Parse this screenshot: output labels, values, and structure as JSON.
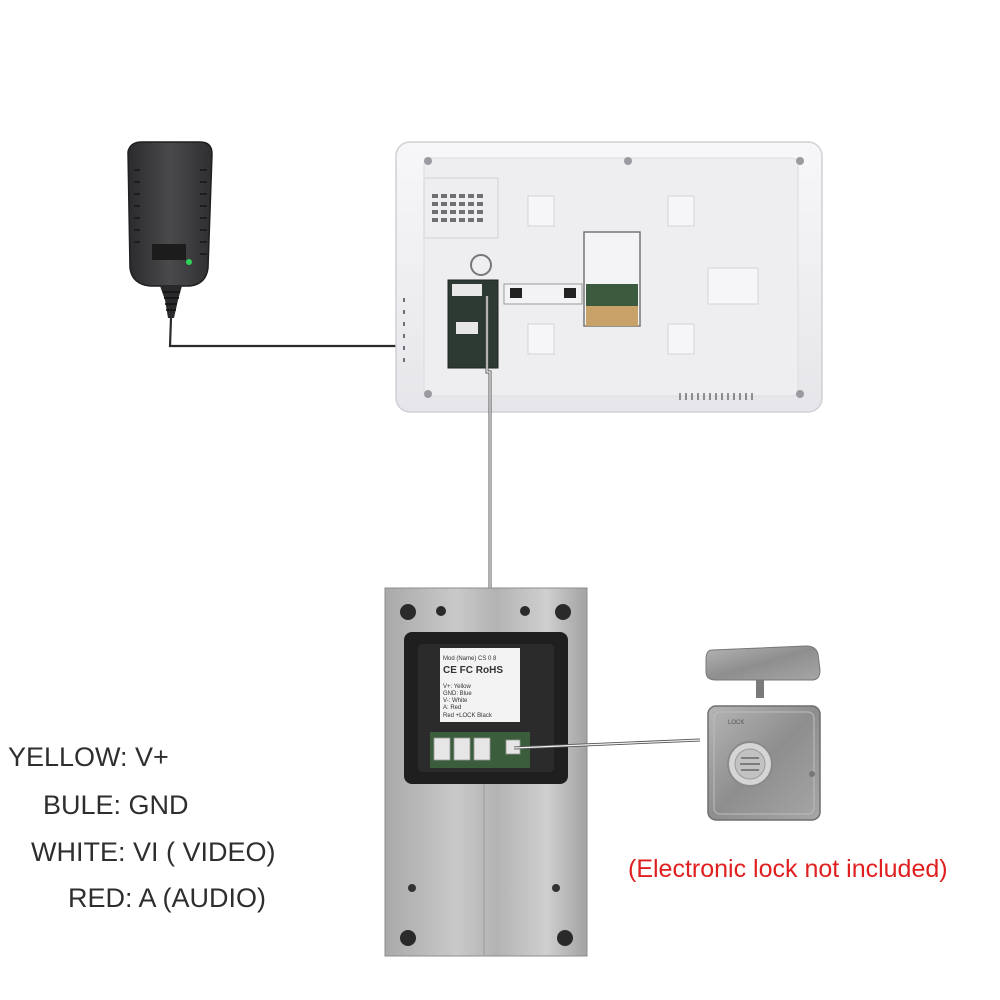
{
  "wiring_legend": [
    {
      "color_name": "YELLOW",
      "signal": "V+",
      "text": "YELLOW: V+"
    },
    {
      "color_name": "BULE",
      "signal": "GND",
      "text": "BULE:  GND"
    },
    {
      "color_name": "WHITE",
      "signal": "VI ( VIDEO)",
      "text": "WHITE: VI ( VIDEO)"
    },
    {
      "color_name": "RED",
      "signal": "A (AUDIO)",
      "text": "RED: A (AUDIO)"
    }
  ],
  "lock_note": "(Electronic lock not included)",
  "camera_label": {
    "line1": "Mod  (Name) CS  0  8",
    "line2": "CE FC  RoHS",
    "line3": "V+: Yellow",
    "line4": "GND: Blue",
    "line5": "V-: White",
    "line6": "A: Red",
    "line7": "Red  +LOCK  Black"
  },
  "colors": {
    "legend_text": "#2e2e2e",
    "note_text": "#e02020",
    "monitor_body": "#f1f1f3",
    "adapter_body": "#3a3a3c",
    "steel_plate": "#b9b9b9",
    "lock_body": "#9a9a9a"
  },
  "icons": [
    "power-adapter-icon",
    "monitor-back-icon",
    "outdoor-camera-panel-icon",
    "electronic-lock-icon"
  ]
}
